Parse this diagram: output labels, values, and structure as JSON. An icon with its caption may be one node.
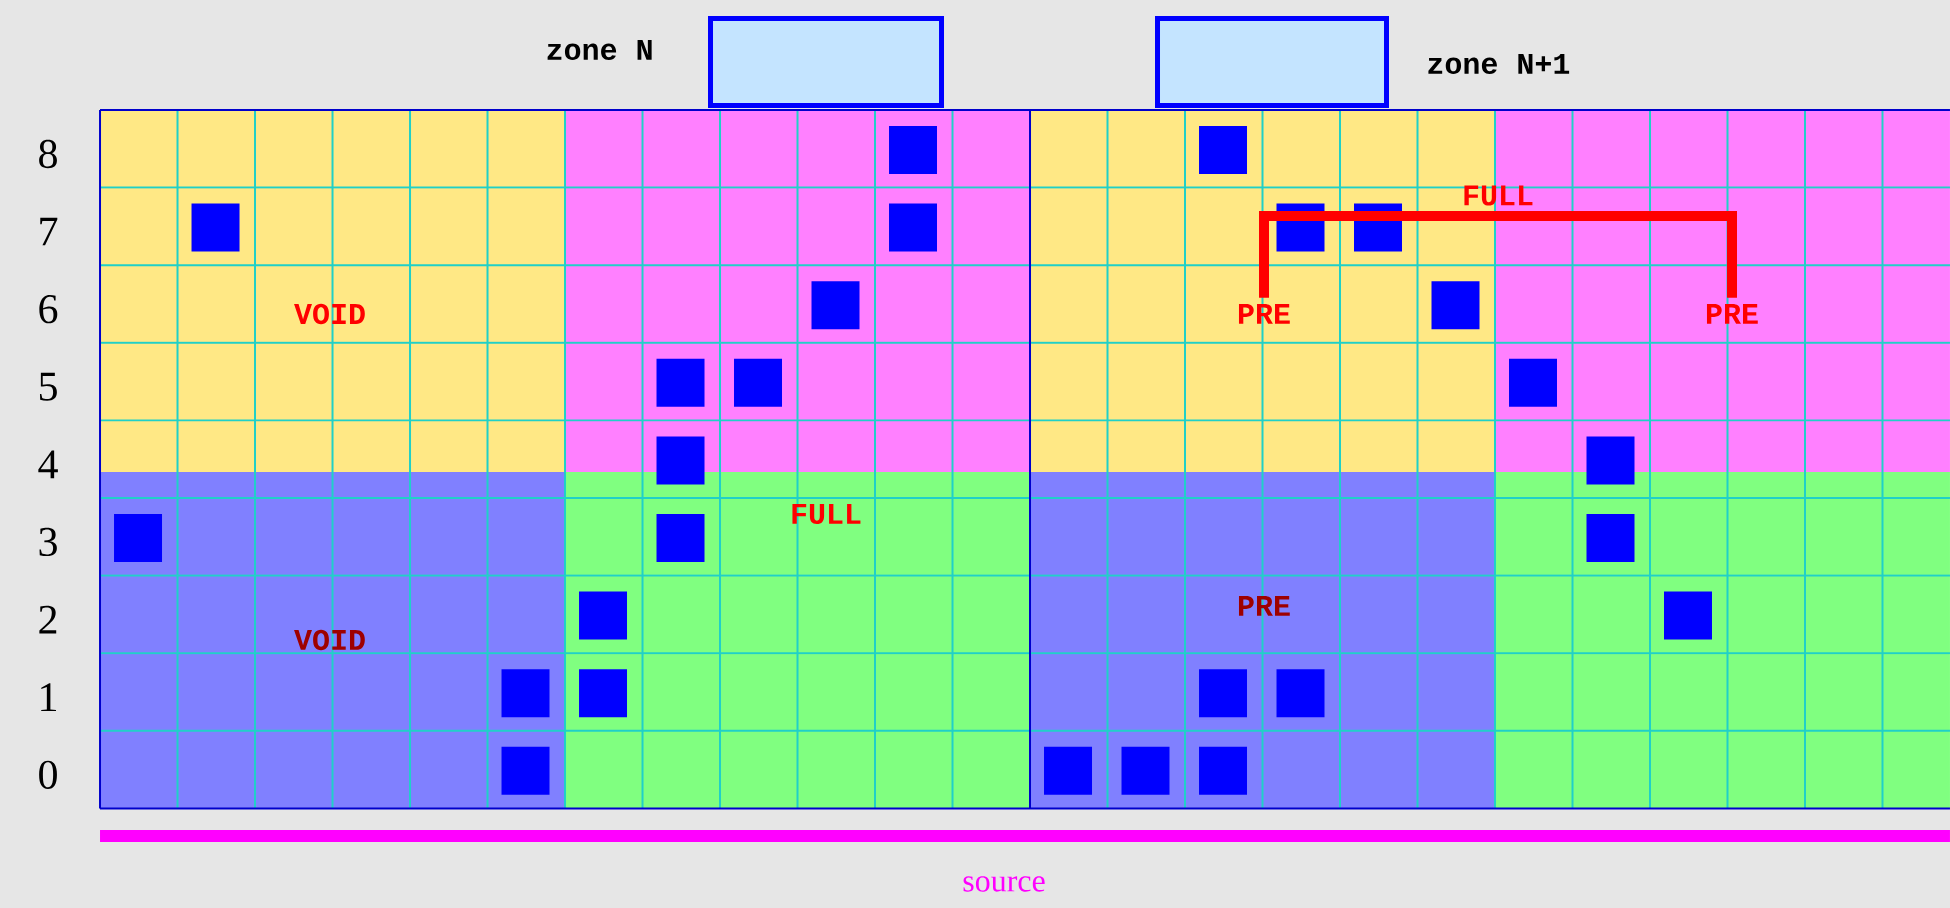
{
  "diagram": {
    "nodes": [
      {
        "text": [],
        "shape": "box",
        "beside": [
          "zone N"
        ]
      },
      {
        "text": [],
        "shape": "box",
        "beside": [
          "zone N+1"
        ]
      },
      {
        "text": [
          "PRE"
        ]
      },
      {
        "text": [
          "PRE"
        ]
      }
    ],
    "edges": [
      {
        "from": 2,
        "to": 3,
        "arrow": "none",
        "label": "FULL"
      }
    ],
    "labels": [
      "8",
      "7",
      "6",
      "5",
      "4",
      "3",
      "2",
      "1",
      "0",
      "VOID",
      "VOID",
      "FULL",
      "PRE",
      "source"
    ]
  }
}
